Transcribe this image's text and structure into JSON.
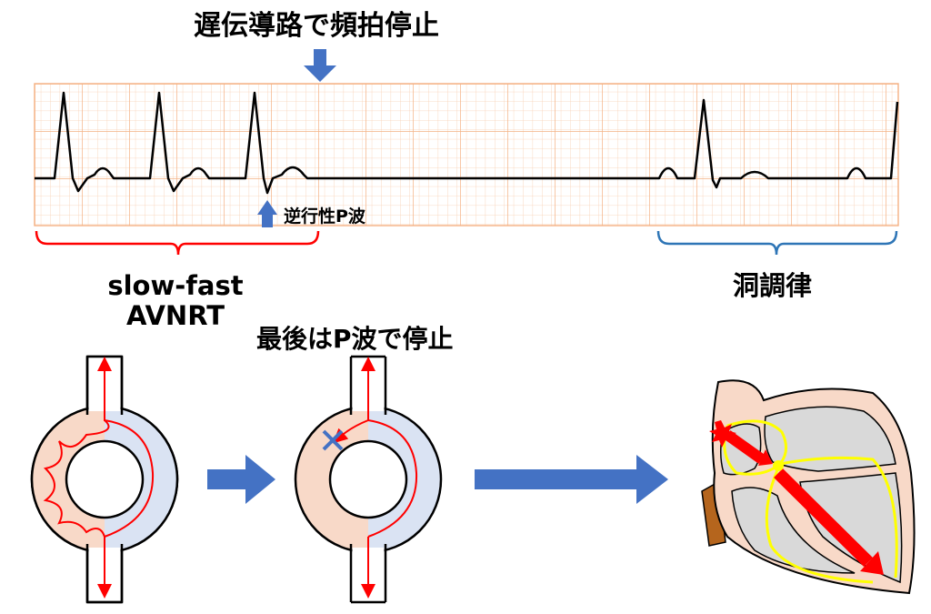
{
  "title": "遅伝導路で頻拍停止",
  "retrograde_p_label": "逆行性P波",
  "avnrt_label_line1": "slow-fast",
  "avnrt_label_line2": "AVNRT",
  "sinus_label": "洞調律",
  "last_p_label": "最後はP波で停止",
  "colors": {
    "ecg_grid": "#f4b183",
    "ecg_trace": "#000000",
    "arrow_blue": "#4472c4",
    "brace_red": "#ff0000",
    "brace_blue": "#2e75b6",
    "slow_pathway_fill": "#f8d9c8",
    "fast_pathway_fill": "#dae3f3",
    "conduction_red": "#ff0000",
    "heart_conduction": "#ffff00"
  }
}
